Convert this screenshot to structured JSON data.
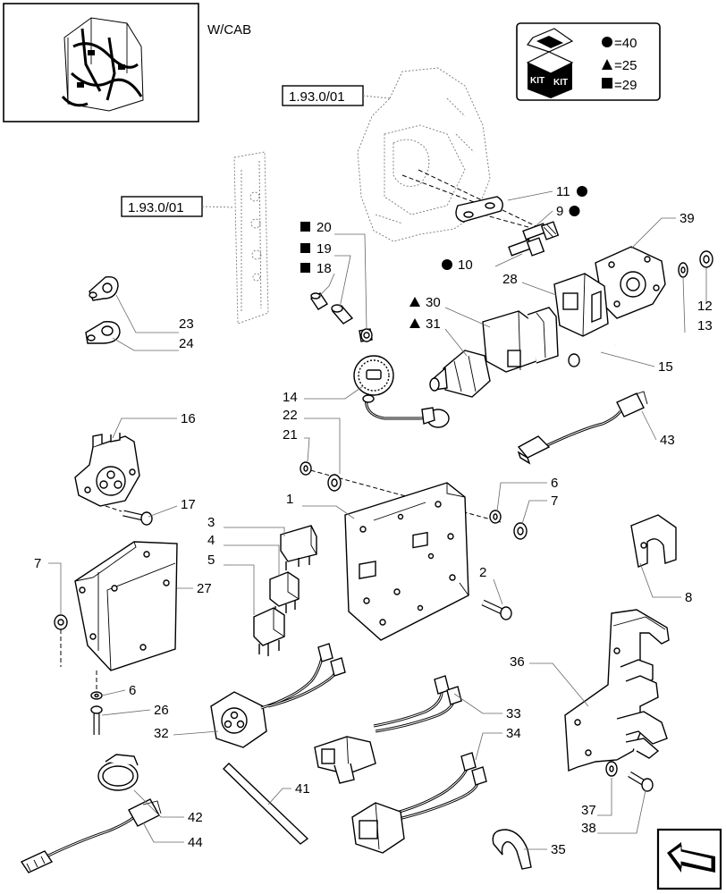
{
  "title": "W/CAB",
  "kit": {
    "word": "KIT",
    "legend": [
      {
        "symbol": "circle",
        "text": "=40"
      },
      {
        "symbol": "triangle",
        "text": "=25"
      },
      {
        "symbol": "square",
        "text": "=29"
      }
    ]
  },
  "refs": [
    "1.93.0/01",
    "1.93.0/01"
  ],
  "callouts": [
    {
      "label": "11",
      "symbol": "circle",
      "side": "after"
    },
    {
      "label": "9",
      "symbol": "circle",
      "side": "after"
    },
    {
      "label": "39"
    },
    {
      "label": "20",
      "symbol": "square",
      "side": "before"
    },
    {
      "label": "19",
      "symbol": "square",
      "side": "before"
    },
    {
      "label": "18",
      "symbol": "square",
      "side": "before"
    },
    {
      "label": "10",
      "symbol": "circle",
      "side": "before"
    },
    {
      "label": "28"
    },
    {
      "label": "30",
      "symbol": "triangle",
      "side": "before"
    },
    {
      "label": "31",
      "symbol": "triangle",
      "side": "before"
    },
    {
      "label": "12"
    },
    {
      "label": "13"
    },
    {
      "label": "23"
    },
    {
      "label": "24"
    },
    {
      "label": "15"
    },
    {
      "label": "14"
    },
    {
      "label": "22"
    },
    {
      "label": "21"
    },
    {
      "label": "43"
    },
    {
      "label": "16"
    },
    {
      "label": "1"
    },
    {
      "label": "6"
    },
    {
      "label": "7"
    },
    {
      "label": "17"
    },
    {
      "label": "3"
    },
    {
      "label": "4"
    },
    {
      "label": "5"
    },
    {
      "label": "7"
    },
    {
      "label": "27"
    },
    {
      "label": "2"
    },
    {
      "label": "8"
    },
    {
      "label": "36"
    },
    {
      "label": "6"
    },
    {
      "label": "26"
    },
    {
      "label": "32"
    },
    {
      "label": "33"
    },
    {
      "label": "34"
    },
    {
      "label": "41"
    },
    {
      "label": "42"
    },
    {
      "label": "37"
    },
    {
      "label": "38"
    },
    {
      "label": "44"
    },
    {
      "label": "35"
    }
  ]
}
